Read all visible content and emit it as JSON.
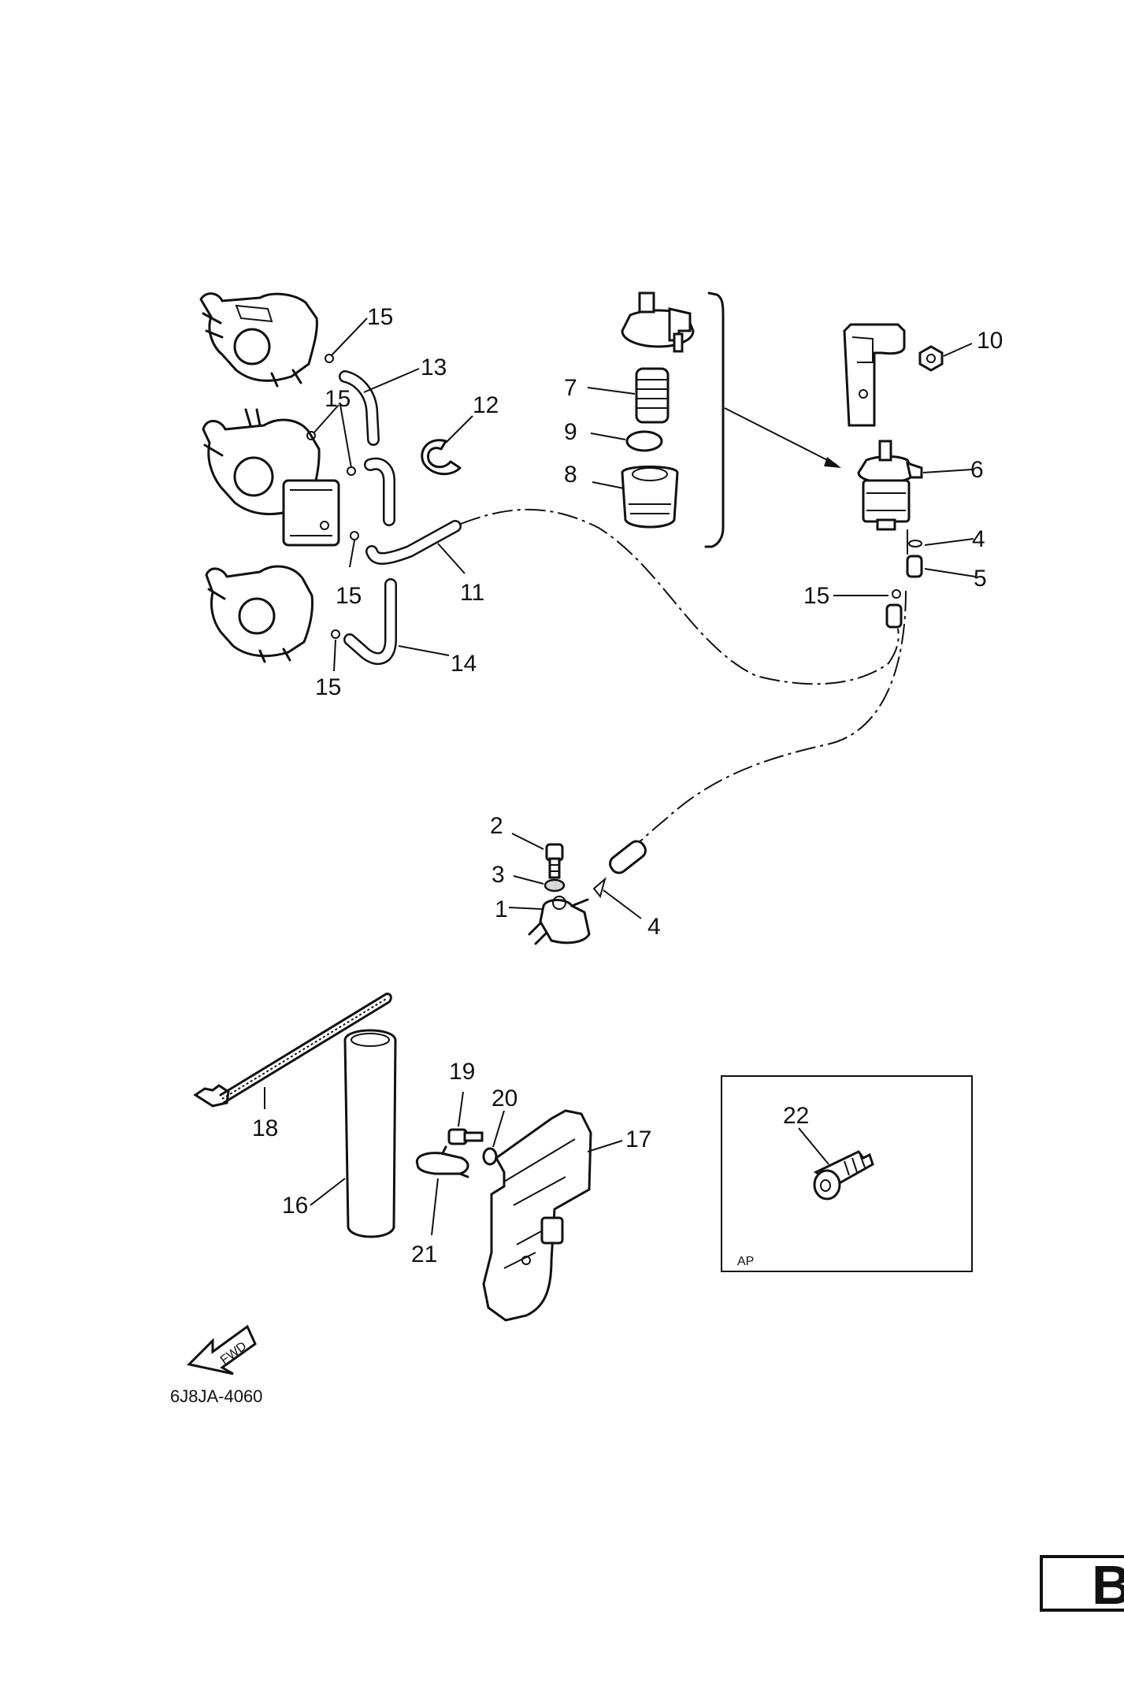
{
  "diagram": {
    "callouts": {
      "c1": "1",
      "c2": "2",
      "c3": "3",
      "c4a": "4",
      "c4b": "4",
      "c5": "5",
      "c6": "6",
      "c7": "7",
      "c8": "8",
      "c9": "9",
      "c10": "10",
      "c11": "11",
      "c12": "12",
      "c13": "13",
      "c14": "14",
      "c15a": "15",
      "c15b": "15",
      "c15c": "15",
      "c15d": "15",
      "c15e": "15",
      "c16": "16",
      "c17": "17",
      "c18": "18",
      "c19": "19",
      "c20": "20",
      "c21": "21",
      "c22": "22"
    },
    "inset_label": "AP",
    "fwd_arrow_text": "FWD",
    "figure_code": "6J8JA-4060",
    "page_tab_letter": "B"
  }
}
